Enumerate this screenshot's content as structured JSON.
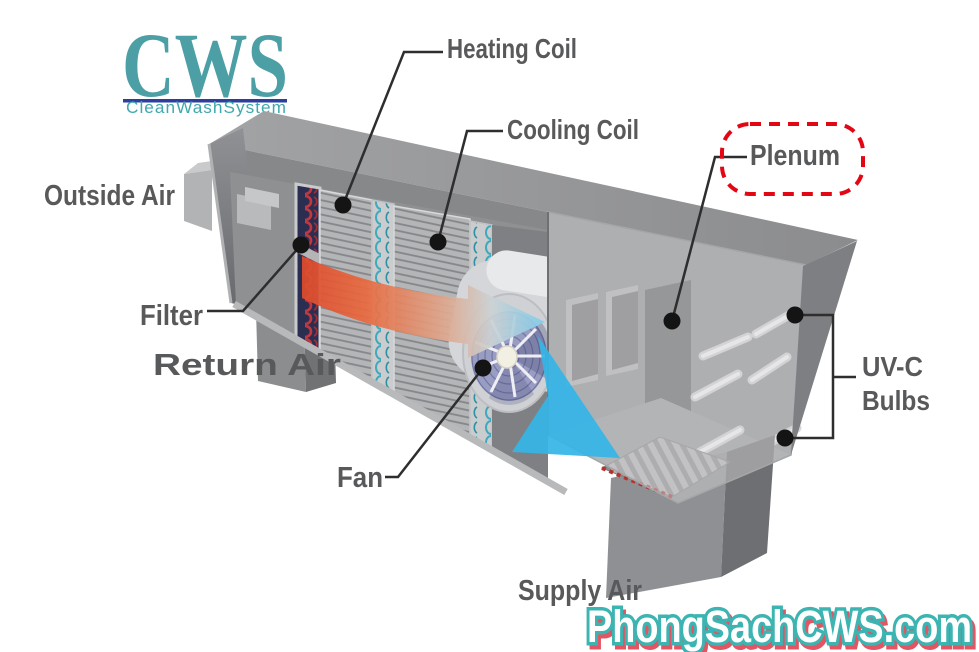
{
  "logo": {
    "acronym": "CWS",
    "subtitle": "CleanWashSystem",
    "text_color": "#4d9fa6",
    "underline_color": "#2d3e9e"
  },
  "labels": {
    "heating_coil": "Heating Coil",
    "cooling_coil": "Cooling Coil",
    "plenum": "Plenum",
    "outside_air": "Outside Air",
    "filter": "Filter",
    "return_air": "Return Air",
    "fan": "Fan",
    "uvc_line1": "UV-C",
    "uvc_line2": "Bulbs",
    "supply_air": "Supply Air"
  },
  "highlight": {
    "label": "Plenum",
    "style": "red-dashed-rounded-rectangle",
    "color": "#e30613"
  },
  "watermark": {
    "text": "PhongSachCWS.com",
    "fill": "#ffffff",
    "outline_color": "#3cb4b1",
    "shadow_color": "#e25563"
  },
  "colors": {
    "label_text": "#58595b",
    "leader_line": "#2e2e2e",
    "body_gray": "#9a9b9d",
    "airflow_warm": "#dd4a2c",
    "airflow_cool": "#35b5e6",
    "uv_strip": "#ffffff",
    "filter_media": "#2b2e51",
    "filter_pleats": "#c2383f",
    "coil_fins_teal": "#3fa9bd"
  }
}
